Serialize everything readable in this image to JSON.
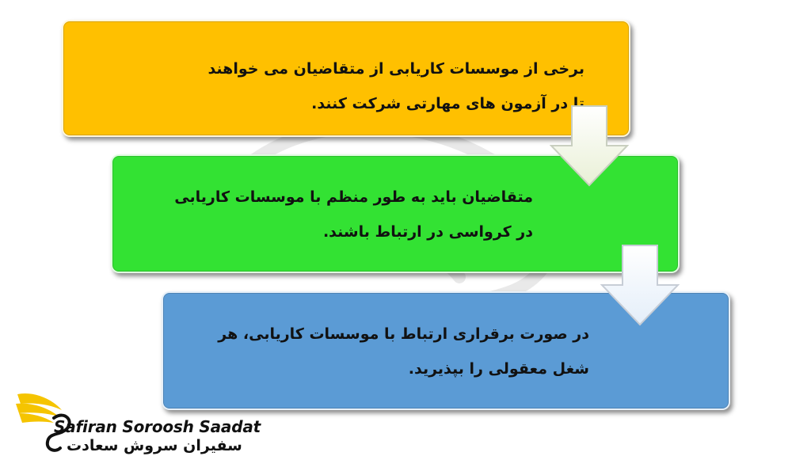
{
  "boxes": [
    {
      "text": "برخی از موسسات کاریابی از متقاضیان می خواهند\nتا در آزمون های مهارتی شرکت کنند.",
      "color": "#ffc000"
    },
    {
      "text": "متقاضیان باید به طور منظم با موسسات کاریابی\nدر کرواسی در ارتباط باشند.",
      "color": "#33e233"
    },
    {
      "text": "در صورت برقراری ارتباط با موسسات کاریابی، هر\nشغل معقولی را بپذیرید.",
      "color": "#5b9bd5"
    }
  ],
  "arrows": [
    {
      "icon": "down-arrow-icon",
      "color": "#f3f7e6"
    },
    {
      "icon": "down-arrow-icon",
      "color": "#eef4fb"
    }
  ],
  "logo": {
    "name_en": "Safiran Soroosh Saadat",
    "name_fa": "سفیران سروش سعادت",
    "icon": "phoenix-logo-icon",
    "accent": "#f5c400"
  },
  "watermark_icon": "phoenix-watermark-icon"
}
